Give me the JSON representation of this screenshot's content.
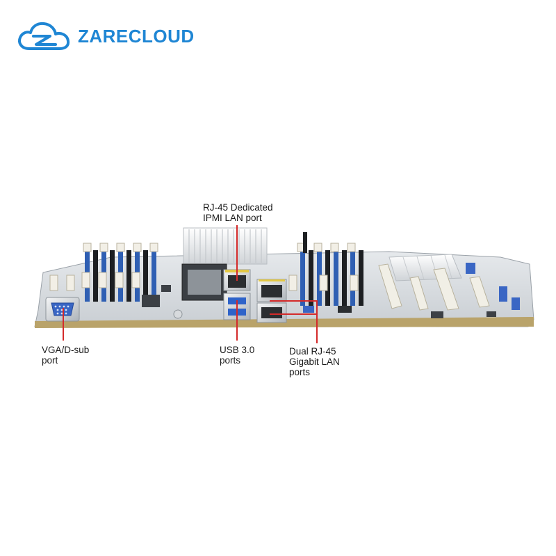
{
  "brand": {
    "name": "ZARECLOUD",
    "color": "#1f86d4"
  },
  "product": {
    "pcb_color": "#d9dde1",
    "dimm_slot_color": "#2f5fb3",
    "leader_color": "#d42a2a"
  },
  "callouts": {
    "ipmi": {
      "line1": "RJ-45 Dedicated",
      "line2": "IPMI LAN port"
    },
    "vga": {
      "line1": "VGA/D-sub",
      "line2": "port"
    },
    "usb": {
      "line1": "USB 3.0",
      "line2": "ports"
    },
    "lan": {
      "line1": "Dual RJ-45",
      "line2": "Gigabit LAN",
      "line3": "ports"
    }
  }
}
